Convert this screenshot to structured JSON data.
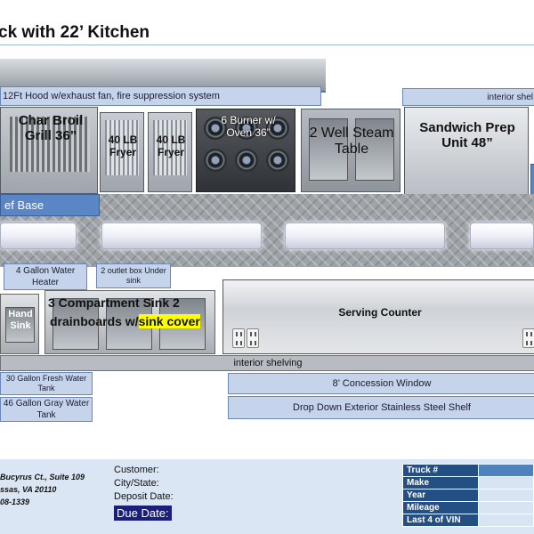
{
  "title": "ck with 22’ Kitchen",
  "hood_label": "12Ft Hood w/exhaust fan, fire suppression system",
  "interior_shelf_top": "interior shel",
  "equipment": {
    "grill": "Char Broil Grill 36”",
    "fryer1": "40 LB Fryer",
    "fryer2": "40 LB Fryer",
    "range": "6 Burner w/ Oven 36”",
    "steam": "2 Well Steam Table",
    "prep": "Sandwich Prep Unit 48”"
  },
  "chef_base": "ef Base",
  "water_heater": "4 Gallon Water Heater",
  "outlet_box": "2 outlet box Under sink",
  "hand_sink": "Hand Sink",
  "comp_sink": {
    "line1": "3 Compartment Sink 2",
    "line2_a": "drainboards w/",
    "line2_b": "sink cover"
  },
  "serving_counter": "Serving Counter",
  "interior_shelving": "interior shelving",
  "fresh_tank": "30 Gallon Fresh Water Tank",
  "gray_tank": "46 Gallon Gray Water Tank",
  "concession_window": "8’ Concession Window",
  "drop_shelf": "Drop Down Exterior Stainless Steel Shelf",
  "address": {
    "line1": "Bucyrus Ct., Suite 109",
    "line2": "ssas, VA 20110",
    "line3": "08-1339"
  },
  "customer_fields": {
    "customer": "Customer:",
    "city_state": "City/State:",
    "deposit_date": "Deposit Date:",
    "due_date": "Due Date:"
  },
  "vehicle_table": [
    {
      "label": "Truck #"
    },
    {
      "label": "Make"
    },
    {
      "label": "Year"
    },
    {
      "label": "Mileage"
    },
    {
      "label": "Last 4 of VIN"
    }
  ]
}
